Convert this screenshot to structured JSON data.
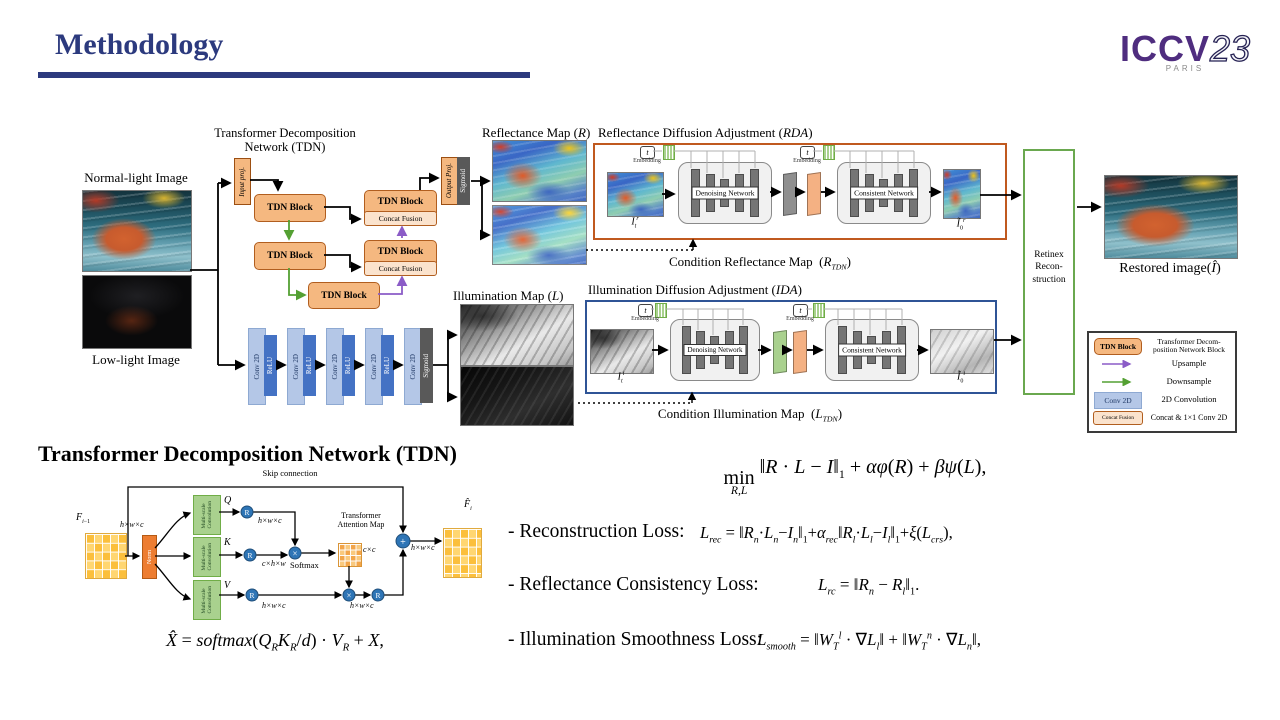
{
  "colors": {
    "navy": "#2c3a7e",
    "logo_purple": "#4f2d7f",
    "block_orange": "#f5b880",
    "conv_blue": "#b4c7e7",
    "relu_blue": "#4472c4",
    "green": "#70ad47",
    "purple": "#8b5cc7",
    "rda_border": "#c0591f",
    "ida_border": "#2f5496"
  },
  "header": {
    "title": "Methodology",
    "logo_word": "ICCV",
    "logo_year": "23",
    "logo_city": "PARIS"
  },
  "main": {
    "normal_label": "Normal-light Image",
    "low_label": "Low-light Image",
    "tdn_title_html": "Transformer Decomposition<br>Network (TDN)",
    "input_proj": "Input proj.",
    "output_proj": "Output Proj.",
    "sigmoid": "Sigmoid",
    "tdn_block": "TDN Block",
    "concat_fusion": "Concat Fusion",
    "conv2d": "Conv 2D",
    "relu": "ReLU",
    "reflectance_map_html": "Reflectance Map (<i>R</i>)",
    "illumination_map_html": "Illumination Map (<i>L</i>)",
    "rda_title_html": "Reflectance Diffusion Adjustment (<i>RDA</i>)",
    "ida_title_html": "Illumination Diffusion Adjustment (<i>IDA</i>)",
    "t": "t",
    "embedding": "Embedding",
    "denoising": "Denoising Network",
    "consistent": "Consistent Network",
    "rda_in_html": "<i>I</i><sub><i>t</i></sub><sup><i>r</i></sup>",
    "rda_out_html": "<i>&#296;</i><sub>0</sub><sup><i>r</i></sup>",
    "ida_in_html": "<i>I</i><sub><i>t</i></sub><sup><i>i</i></sup>",
    "ida_out_html": "<i>&#296;</i><sub>0</sub><sup><i>i</i></sup>",
    "cond_refl_html": "Condition Reflectance Map&nbsp;&nbsp;(<i>R</i><sub><i>TDN</i></sub>)",
    "cond_illu_html": "Condition Illumination Map&nbsp;&nbsp;(<i>L</i><sub><i>TDN</i></sub>)",
    "retinex_html": "Retinex<br>Recon-<br>struction",
    "restored_html": "Restored image(<i>&#206;</i>)"
  },
  "legend": {
    "items": [
      {
        "chip": "TDN Block",
        "desc_html": "Transformer Decom-<br>position Network Block"
      },
      {
        "chip": "",
        "desc_html": "Upsample"
      },
      {
        "chip": "",
        "desc_html": "Downsample"
      },
      {
        "chip": "Conv 2D",
        "desc_html": "2D Convolution"
      },
      {
        "chip": "Concat Fusion",
        "desc_html": "Concat &amp; 1&#215;1 Conv 2D"
      }
    ]
  },
  "tdn_detail": {
    "heading": "Transformer Decomposition Network (TDN)",
    "skip": "Skip connection",
    "f_in_html": "<i>F</i><sub><i>i</i>&#8722;1</sub>",
    "f_out_html": "<i>F&#770;</i><sub><i>i</i></sub>",
    "norm": "Norm",
    "msconv_html": "Multi-scale<br>Convolution",
    "q": "Q",
    "k": "K",
    "v": "V",
    "r": "R",
    "times": "×",
    "plus": "+",
    "softmax": "Softmax",
    "attn_html": "Transformer<br>Attention Map",
    "dim_hwc": "h×w×c",
    "dim_chw": "c×h×w",
    "dim_cc": "c×c",
    "equation_html": "<i>X&#770;</i> = <i>softmax</i>(<i>Q<sub>R</sub>K<sub>R</sub></i>/<i>d</i>) · <i>V<sub>R</sub></i> + <i>X</i>,"
  },
  "equations": {
    "retinex_html": "<span class=\"minop\">min<span class=\"minsub\">R,L</span></span>&nbsp;&#8214;<i>R</i> · <i>L</i> &#8722; <i>I</i>&#8214;<sub>1</sub> + <i>&#945;&#966;</i>(<i>R</i>) + <i>&#946;&#968;</i>(<i>L</i>),",
    "losses": [
      {
        "label": "- Reconstruction Loss:",
        "eq_html": "<i>L<sub>rec</sub></i> = &#8214;<i>R<sub>n</sub></i>·<i>L<sub>n</sub></i>&#8722;<i>I<sub>n</sub></i>&#8214;<sub>1</sub>+<i>&#945;<sub>rec</sub></i>&#8214;<i>R<sub>l</sub></i>·<i>L<sub>l</sub></i>&#8722;<i>I<sub>l</sub></i>&#8214;<sub>1</sub>+<i>&#958;</i>(<i>L<sub>crs</sub></i>),"
      },
      {
        "label": "- Reflectance Consistency Loss:",
        "eq_html": "<i>L<sub>rc</sub></i> = &#8214;<i>R<sub>n</sub></i> &#8722; <i>R<sub>l</sub></i>&#8214;<sub>1</sub>."
      },
      {
        "label": "- Illumination Smoothness Loss:",
        "eq_html": "<i>L<sub>smooth</sub></i> = &#8214;<i>W<sub>T</sub><sup>l</sup></i> · &#8711;<i>L<sub>l</sub></i>&#8214; + &#8214;<i>W<sub>T</sub><sup>n</sup></i> · &#8711;<i>L<sub>n</sub></i>&#8214;,"
      }
    ]
  }
}
